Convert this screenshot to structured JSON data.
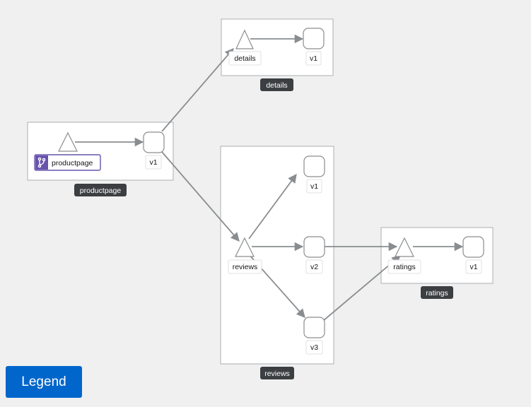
{
  "colors": {
    "background": "#f0f0f0",
    "edge": "#8a8d90",
    "box_label_bg": "#3c3f42",
    "legend_button": "#0066cc",
    "selected_badge": "#6753ac"
  },
  "boxes": {
    "details": {
      "label": "details"
    },
    "productpage": {
      "label": "productpage"
    },
    "reviews": {
      "label": "reviews"
    },
    "ratings": {
      "label": "ratings"
    }
  },
  "services": {
    "details": {
      "label": "details"
    },
    "productpage": {
      "label": "productpage",
      "icon": "branch-icon"
    },
    "reviews": {
      "label": "reviews"
    },
    "ratings": {
      "label": "ratings"
    }
  },
  "workloads": {
    "details_v1": {
      "label": "v1"
    },
    "productpage_v1": {
      "label": "v1"
    },
    "reviews_v1": {
      "label": "v1"
    },
    "reviews_v2": {
      "label": "v2"
    },
    "reviews_v3": {
      "label": "v3"
    },
    "ratings_v1": {
      "label": "v1"
    }
  },
  "legend": {
    "label": "Legend"
  }
}
